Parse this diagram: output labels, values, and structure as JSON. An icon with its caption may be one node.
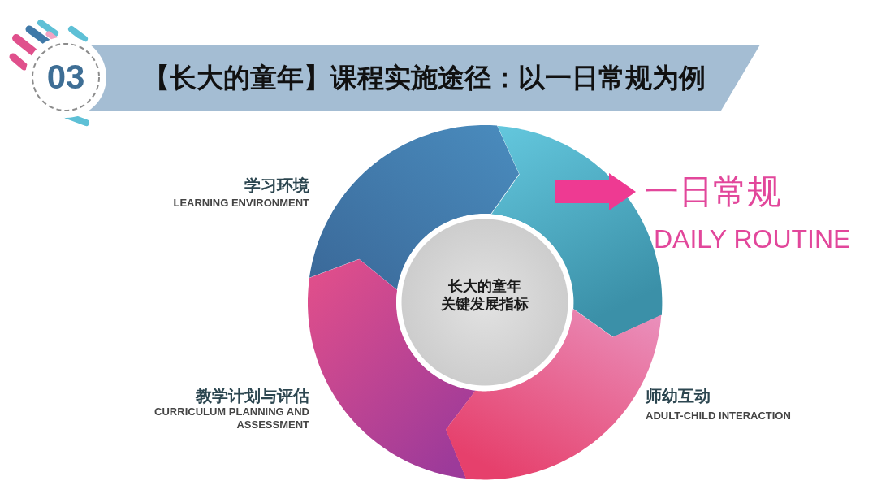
{
  "diagram": {
    "title": "【长大的童年】课程实施途径：以一日常规为例",
    "nodes": [
      {
        "text": [
          "03"
        ]
      },
      {
        "text": [],
        "shape": "arrow",
        "beside": [
          "学习环境",
          "LEARNING ENVIRONMENT"
        ]
      },
      {
        "text": [],
        "shape": "arrow"
      },
      {
        "text": [
          "一日常规",
          "DAILY ROUTINE"
        ]
      },
      {
        "text": [
          "长大的童年",
          "关键发展指标"
        ]
      },
      {
        "text": [],
        "shape": "arrow",
        "beside": [
          "教学计划与评估",
          "CURRICULUM PLANNING AND ASSESSMENT"
        ]
      },
      {
        "text": [],
        "shape": "arrow",
        "beside": [
          "师幼互动",
          "ADULT-CHILD INTERACTION"
        ]
      }
    ],
    "edges": [
      {
        "from": 2,
        "to": 3,
        "arrow": "to"
      }
    ]
  }
}
